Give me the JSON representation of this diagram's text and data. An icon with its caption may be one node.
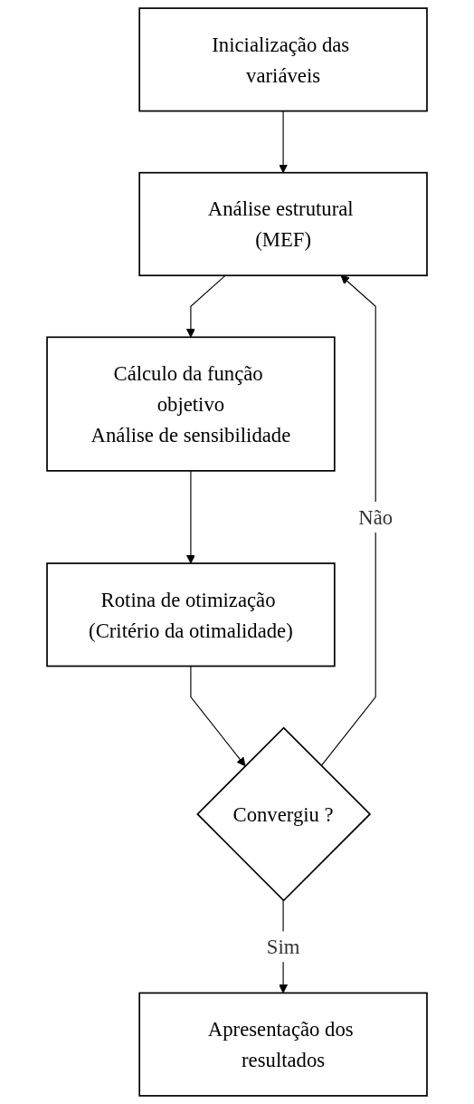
{
  "diagram": {
    "nodes": [
      {
        "text": [
          "Inicialização das variáveis"
        ]
      },
      {
        "text": [
          "Análise estrutural (MEF)"
        ]
      },
      {
        "text": [
          "Cálculo da função objetivo",
          "Análise de sensibilidade"
        ]
      },
      {
        "text": [
          "Rotina de otimização (Critério da otimalidade)"
        ]
      },
      {
        "text": [
          "Convergiu ?"
        ]
      },
      {
        "text": [
          "Apresentação dos resultados"
        ]
      }
    ],
    "edges": [
      {
        "from": 0,
        "to": 1,
        "arrow": "to"
      },
      {
        "from": 1,
        "to": 2,
        "arrow": "to"
      },
      {
        "from": 2,
        "to": 3,
        "arrow": "to"
      },
      {
        "from": 3,
        "to": 4,
        "arrow": "to"
      },
      {
        "from": 4,
        "to": 5,
        "arrow": "to",
        "label": "Sim"
      },
      {
        "from": 4,
        "to": 1,
        "arrow": "to",
        "label": "Não"
      }
    ]
  }
}
